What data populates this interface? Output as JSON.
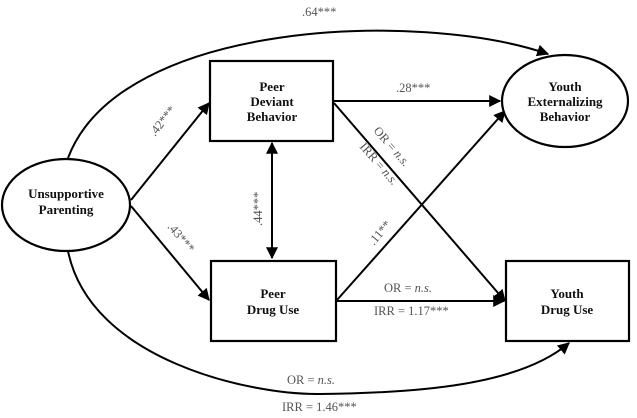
{
  "diagram": {
    "type": "path-model",
    "nodes": {
      "unsupportive_parenting": {
        "shape": "ellipse",
        "lines": [
          "Unsupportive",
          "Parenting"
        ]
      },
      "peer_deviant_behavior": {
        "shape": "rectangle",
        "lines": [
          "Peer",
          "Deviant",
          "Behavior"
        ]
      },
      "peer_drug_use": {
        "shape": "rectangle",
        "lines": [
          "Peer",
          "Drug Use"
        ]
      },
      "youth_externalizing_behavior": {
        "shape": "ellipse",
        "lines": [
          "Youth",
          "Externalizing",
          "Behavior"
        ]
      },
      "youth_drug_use": {
        "shape": "rectangle",
        "lines": [
          "Youth",
          "Drug Use"
        ]
      }
    },
    "edges": {
      "up_to_yeb": {
        "from": "unsupportive_parenting",
        "to": "youth_externalizing_behavior",
        "label": ".64***"
      },
      "up_to_pdb": {
        "from": "unsupportive_parenting",
        "to": "peer_deviant_behavior",
        "label": ".42***"
      },
      "up_to_pdu": {
        "from": "unsupportive_parenting",
        "to": "peer_drug_use",
        "label": ".43***"
      },
      "pdb_pdu": {
        "from": "peer_deviant_behavior",
        "to": "peer_drug_use",
        "bidirectional": true,
        "label": ".44***"
      },
      "pdb_to_yeb": {
        "from": "peer_deviant_behavior",
        "to": "youth_externalizing_behavior",
        "label": ".28***"
      },
      "pdb_to_ydu": {
        "from": "peer_deviant_behavior",
        "to": "youth_drug_use",
        "or_prefix": "OR = ",
        "or_value": "n.s.",
        "irr_prefix": "IRR = ",
        "irr_value": "n.s."
      },
      "pdu_to_yeb": {
        "from": "peer_drug_use",
        "to": "youth_externalizing_behavior",
        "label": ".11**"
      },
      "pdu_to_ydu": {
        "from": "peer_drug_use",
        "to": "youth_drug_use",
        "or_prefix": "OR = ",
        "or_value": "n.s.",
        "irr_label": "IRR = 1.17***"
      },
      "up_to_ydu": {
        "from": "unsupportive_parenting",
        "to": "youth_drug_use",
        "or_prefix": "OR = ",
        "or_value": "n.s.",
        "irr_label": "IRR = 1.46***"
      }
    }
  }
}
